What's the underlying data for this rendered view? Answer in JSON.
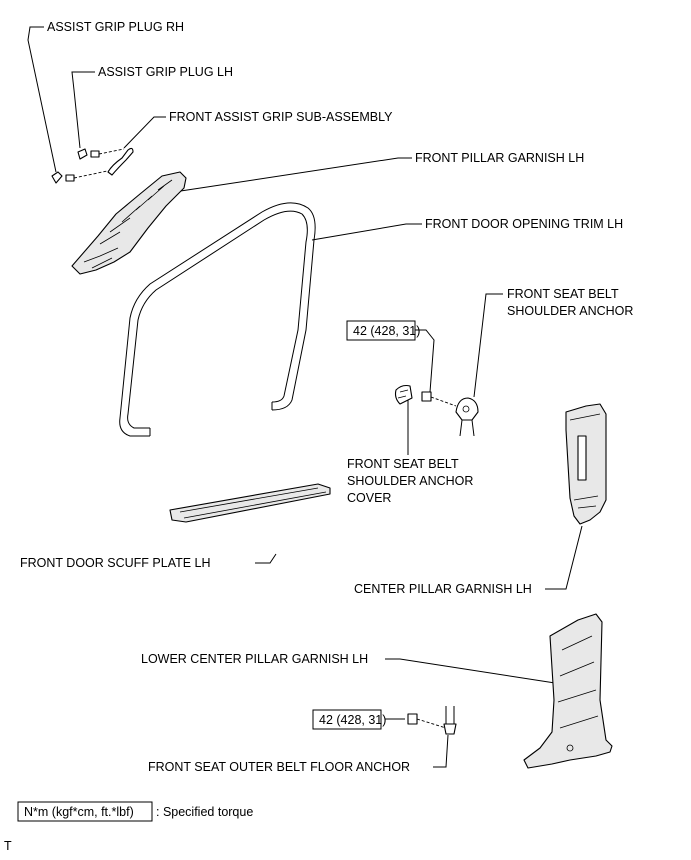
{
  "labels": {
    "assist_grip_plug_rh": "ASSIST GRIP PLUG RH",
    "assist_grip_plug_lh": "ASSIST GRIP PLUG LH",
    "front_assist_grip_sub_assembly": "FRONT ASSIST GRIP SUB-ASSEMBLY",
    "front_pillar_garnish_lh": "FRONT PILLAR GARNISH LH",
    "front_door_opening_trim_lh": "FRONT DOOR OPENING TRIM LH",
    "front_seat_belt_shoulder_anchor_line1": "FRONT SEAT BELT",
    "front_seat_belt_shoulder_anchor_line2": "SHOULDER ANCHOR",
    "front_seat_belt_shoulder_anchor_cover_line1": "FRONT SEAT BELT",
    "front_seat_belt_shoulder_anchor_cover_line2": "SHOULDER ANCHOR",
    "front_seat_belt_shoulder_anchor_cover_line3": "COVER",
    "front_door_scuff_plate_lh": "FRONT DOOR SCUFF PLATE LH",
    "center_pillar_garnish_lh": "CENTER PILLAR GARNISH LH",
    "lower_center_pillar_garnish_lh": "LOWER CENTER PILLAR GARNISH LH",
    "front_seat_outer_belt_floor_anchor": "FRONT SEAT OUTER BELT FLOOR ANCHOR"
  },
  "torque": {
    "shoulder_anchor": "42 (428, 31)",
    "floor_anchor": "42 (428, 31)"
  },
  "legend": {
    "unit_box": "N*m (kgf*cm, ft.*lbf)",
    "description": ": Specified torque"
  },
  "corner_mark": "T"
}
